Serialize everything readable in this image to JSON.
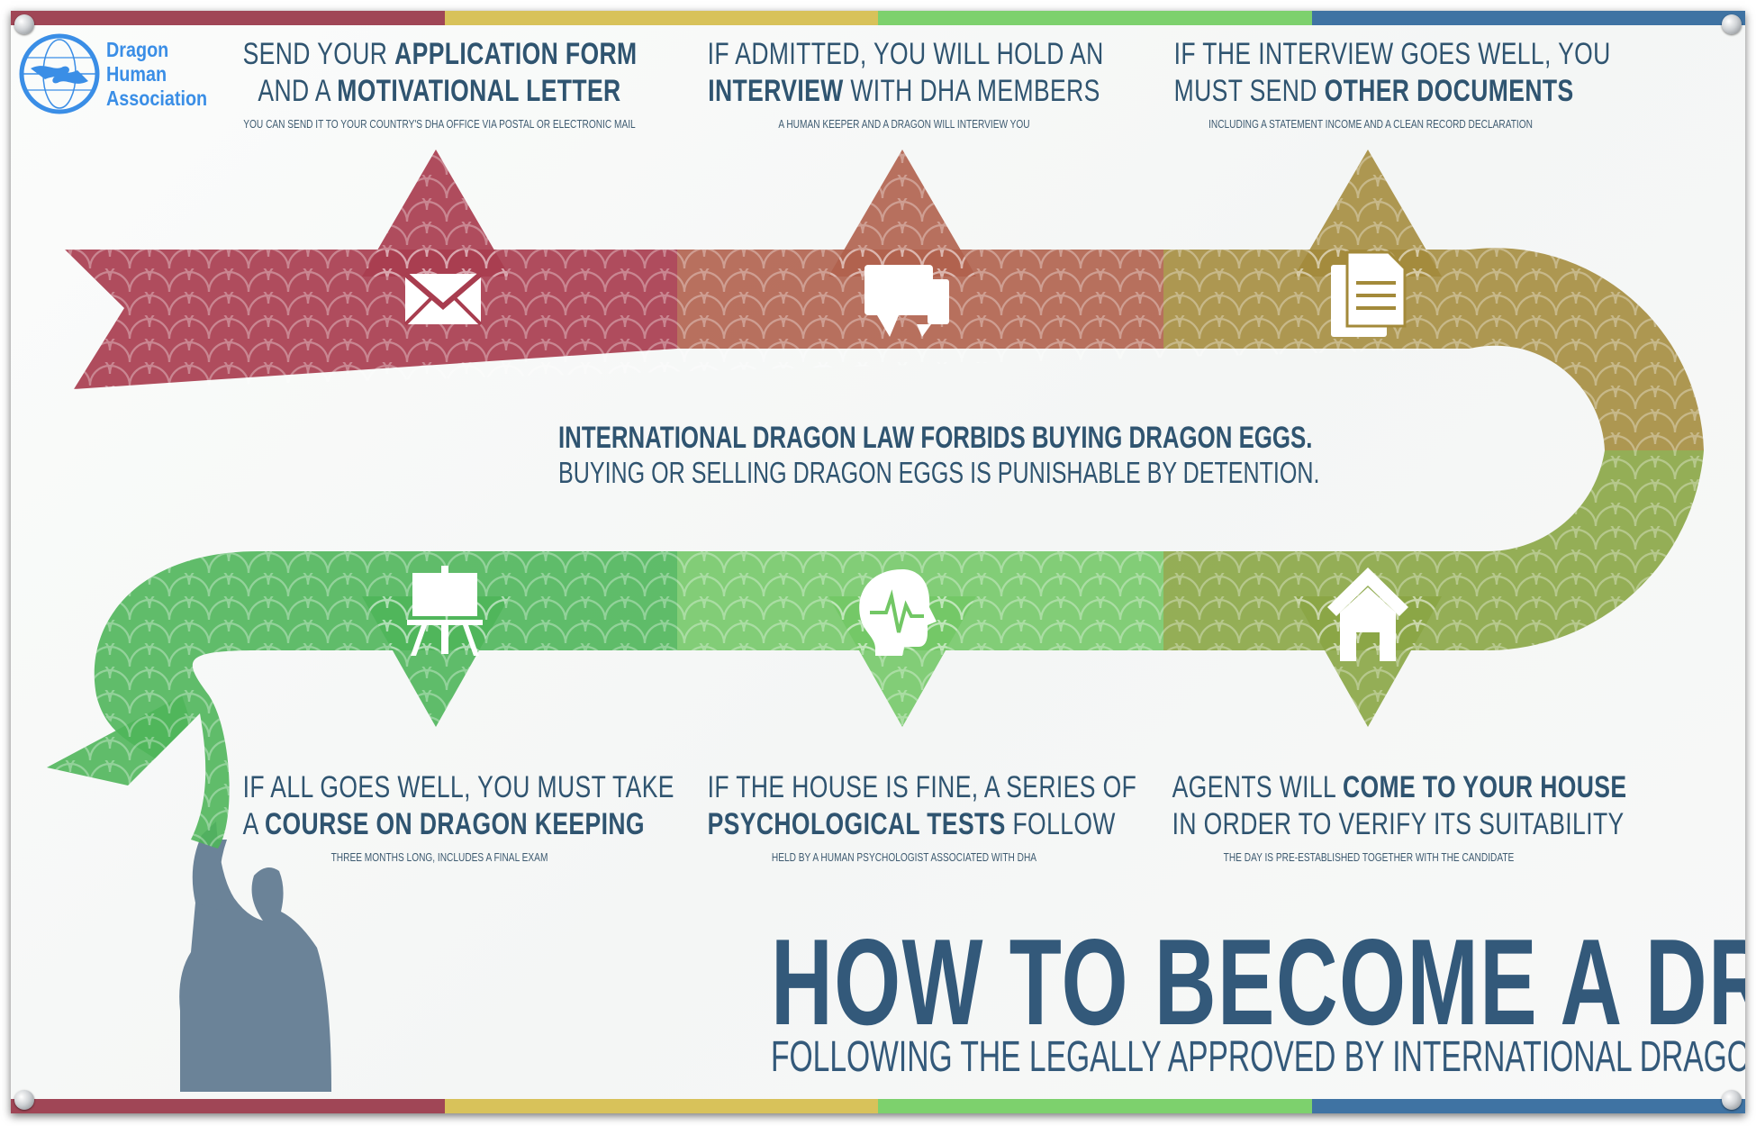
{
  "logo": {
    "line1": "Dragon",
    "line2": "Human",
    "line3": "Association"
  },
  "steps": [
    {
      "pre1": "SEND YOUR ",
      "bold1": "APPLICATION FORM",
      "post1": "",
      "pre2": "AND A ",
      "bold2": "MOTIVATIONAL LETTER",
      "post2": "",
      "sub": "YOU CAN SEND IT TO YOUR COUNTRY'S DHA OFFICE VIA POSTAL OR ELECTRONIC MAIL",
      "icon": "envelope-icon"
    },
    {
      "pre1": "IF ADMITTED, YOU WILL HOLD AN",
      "bold1": "",
      "post1": "",
      "pre2": "",
      "bold2": "INTERVIEW",
      "post2": " WITH DHA MEMBERS",
      "sub": "A HUMAN KEEPER AND A DRAGON WILL INTERVIEW YOU",
      "icon": "chat-bubbles-icon"
    },
    {
      "pre1": "IF THE INTERVIEW GOES WELL, YOU",
      "bold1": "",
      "post1": "",
      "pre2": "MUST SEND ",
      "bold2": "OTHER DOCUMENTS",
      "post2": "",
      "sub": "INCLUDING A STATEMENT INCOME AND A CLEAN RECORD DECLARATION",
      "icon": "documents-icon"
    },
    {
      "pre1": "AGENTS WILL ",
      "bold1": "COME TO YOUR HOUSE",
      "post1": "",
      "pre2": "IN ORDER TO VERIFY ITS SUITABILITY",
      "bold2": "",
      "post2": "",
      "sub": "THE DAY IS PRE-ESTABLISHED TOGETHER WITH THE CANDIDATE",
      "icon": "house-icon"
    },
    {
      "pre1": "IF THE HOUSE IS FINE, A SERIES OF",
      "bold1": "",
      "post1": "",
      "pre2": "",
      "bold2": "PSYCHOLOGICAL TESTS",
      "post2": " FOLLOW",
      "sub": "HELD BY A HUMAN PSYCHOLOGIST ASSOCIATED WITH DHA",
      "icon": "brain-icon"
    },
    {
      "pre1": "IF ALL GOES WELL, YOU MUST TAKE",
      "bold1": "",
      "post1": "",
      "pre2": "A ",
      "bold2": "COURSE ON DRAGON KEEPING",
      "post2": "",
      "sub": "THREE MONTHS LONG,  INCLUDES A FINAL EXAM",
      "icon": "easel-icon"
    }
  ],
  "law": {
    "line1": "INTERNATIONAL DRAGON LAW FORBIDS BUYING DRAGON EGGS.",
    "line2": "BUYING OR SELLING DRAGON EGGS IS PUNISHABLE BY DETENTION."
  },
  "title": "HOW TO BECOME A DRAGON KEEPER",
  "subtitle": "FOLLOWING THE LEGALLY APPROVED BY INTERNATIONAL DRAGON LAW PROCEDURE",
  "colors": {
    "red": "#a83d4f",
    "rust": "#b0614d",
    "olive": "#a38a3a",
    "olivegreen": "#8aa545",
    "green": "#4fb55a",
    "lightgreen": "#72c765",
    "text": "#2f5470",
    "logo": "#3a8ee6",
    "bar_top": [
      "#a04656",
      "#d8c25a",
      "#7dd16d",
      "#3f73a3"
    ],
    "bar_bottom": [
      "#a04656",
      "#d8c25a",
      "#7dd16d",
      "#3f73a3"
    ]
  }
}
